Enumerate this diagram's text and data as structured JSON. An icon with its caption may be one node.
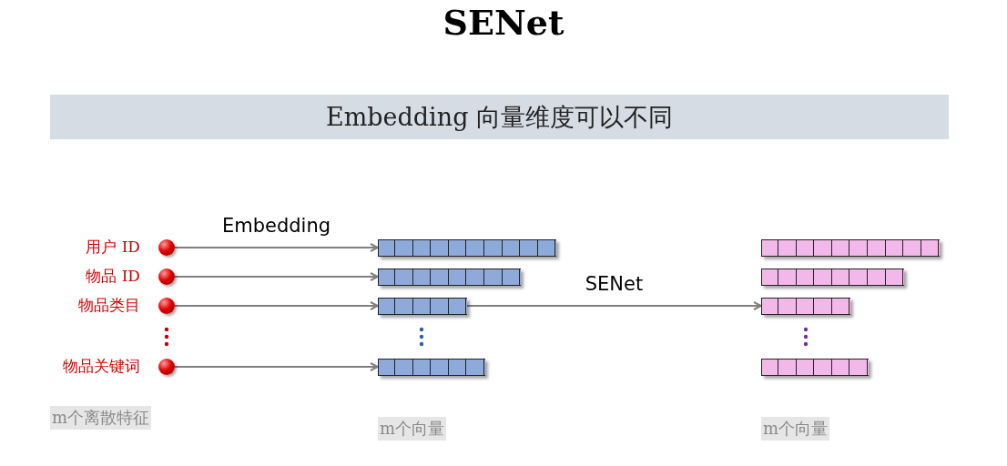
{
  "diagram": {
    "title": "SENet",
    "nodes": [
      {
        "text": [
          "Embedding 向量维度可以不同"
        ]
      },
      {
        "text": [],
        "shape": "circle",
        "beside": [
          "用户 ID"
        ]
      },
      {
        "text": [],
        "shape": "circle",
        "beside": [
          "物品 ID"
        ]
      },
      {
        "text": [],
        "shape": "circle",
        "beside": [
          "物品类目"
        ]
      },
      {
        "text": [],
        "shape": "circle",
        "beside": [
          "物品关键词"
        ]
      },
      {
        "text": [],
        "shape": "bar"
      },
      {
        "text": [],
        "shape": "bar"
      },
      {
        "text": [],
        "shape": "bar"
      },
      {
        "text": [],
        "shape": "bar"
      },
      {
        "text": [],
        "shape": "bar"
      },
      {
        "text": [],
        "shape": "bar"
      },
      {
        "text": [],
        "shape": "bar"
      },
      {
        "text": [],
        "shape": "bar"
      }
    ],
    "edges": [
      {
        "from": 1,
        "to": 5,
        "arrow": "to",
        "label": "Embedding"
      },
      {
        "from": 2,
        "to": 6,
        "arrow": "to"
      },
      {
        "from": 3,
        "to": 7,
        "arrow": "to"
      },
      {
        "from": 4,
        "to": 8,
        "arrow": "to"
      },
      {
        "from": 7,
        "to": 11,
        "arrow": "to",
        "label": "SENet"
      }
    ],
    "labels": [
      "m个离散特征",
      "m个向量",
      "m个向量"
    ]
  }
}
